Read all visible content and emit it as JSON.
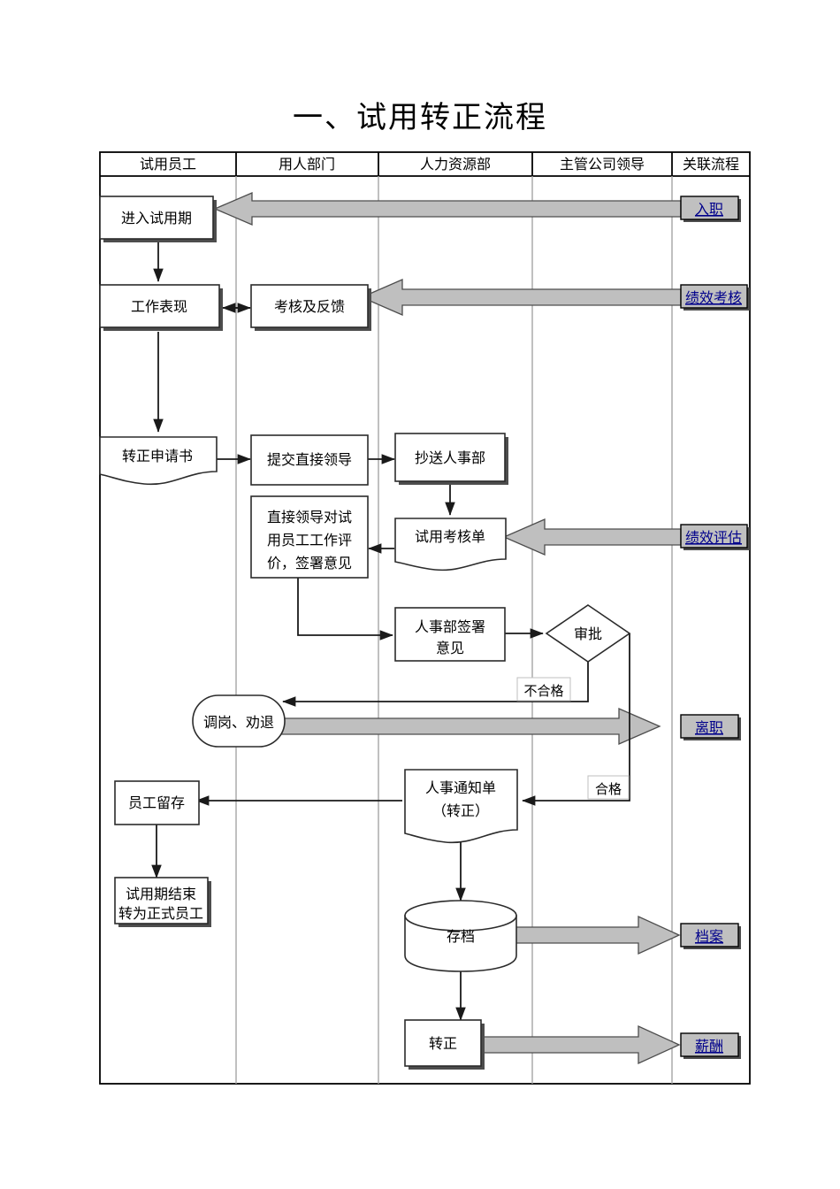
{
  "title": "一、试用转正流程",
  "columns": [
    {
      "id": "col-employee",
      "label": "试用员工"
    },
    {
      "id": "col-department",
      "label": "用人部门"
    },
    {
      "id": "col-hr",
      "label": "人力资源部"
    },
    {
      "id": "col-leader",
      "label": "主管公司领导"
    },
    {
      "id": "col-related",
      "label": "关联流程"
    }
  ],
  "nodes": {
    "enter_probation": "进入试用期",
    "work_performance": "工作表现",
    "assess_feedback": "考核及反馈",
    "regular_application": "转正申请书",
    "submit_to_leader": "提交直接领导",
    "copy_to_hr": "抄送人事部",
    "leader_evaluation": "直接领导对试用员工工作评价，签署意见",
    "probation_form": "试用考核单",
    "hr_signature": "人事部签署意见",
    "approval": "审批",
    "transfer_dismiss": "调岗、劝退",
    "employee_keep": "员工留存",
    "probation_end": "试用期结束转为正式员工",
    "hr_notice": "人事通知单（转正）",
    "archive": "存档",
    "become_regular": "转正"
  },
  "node_lines": {
    "leader_evaluation": [
      "直接领导对试",
      "用员工工作评",
      "价，签署意见"
    ],
    "hr_signature": [
      "人事部签署",
      "意见"
    ],
    "probation_end": [
      "试用期结束",
      "转为正式员工"
    ],
    "hr_notice": [
      "人事通知单",
      "（转正）"
    ]
  },
  "edge_labels": {
    "fail": "不合格",
    "pass": "合格"
  },
  "links": [
    {
      "id": "link-onboarding",
      "label": "入职"
    },
    {
      "id": "link-performance-assessment",
      "label": "绩效考核"
    },
    {
      "id": "link-performance-evaluation",
      "label": "绩效评估"
    },
    {
      "id": "link-resignation",
      "label": "离职"
    },
    {
      "id": "link-archive",
      "label": "档案"
    },
    {
      "id": "link-salary",
      "label": "薪酬"
    }
  ],
  "colors": {
    "link_box_fill": "#c0c0c0",
    "link_text": "#00008B",
    "fat_arrow_fill": "#bfbfbf",
    "fat_arrow_stroke": "#4d4d4d",
    "shape_stroke": "#2b2b2b",
    "grid": "#a6a6a6",
    "frame": "#000000"
  }
}
